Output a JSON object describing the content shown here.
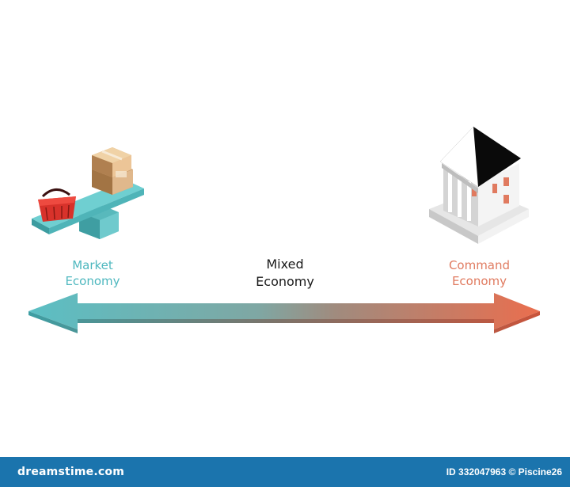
{
  "labels": {
    "market_line1": "Market",
    "market_line2": "Economy",
    "mixed_line1": "Mixed",
    "mixed_line2": "Economy",
    "command_line1": "Command",
    "command_line2": "Economy"
  },
  "footer": {
    "logo": "dreamstime.com",
    "id_text": "ID 332047963 © Piscine26"
  },
  "colors": {
    "market": "#4fb8bf",
    "command": "#e07a5f",
    "arrow_left": "#5bbfc4",
    "arrow_right": "#ea6e4e",
    "footer_bg": "#1b74ad"
  },
  "icons": [
    "basket-icon",
    "boxes-icon",
    "seesaw-icon",
    "government-building-icon",
    "double-arrow-icon"
  ]
}
